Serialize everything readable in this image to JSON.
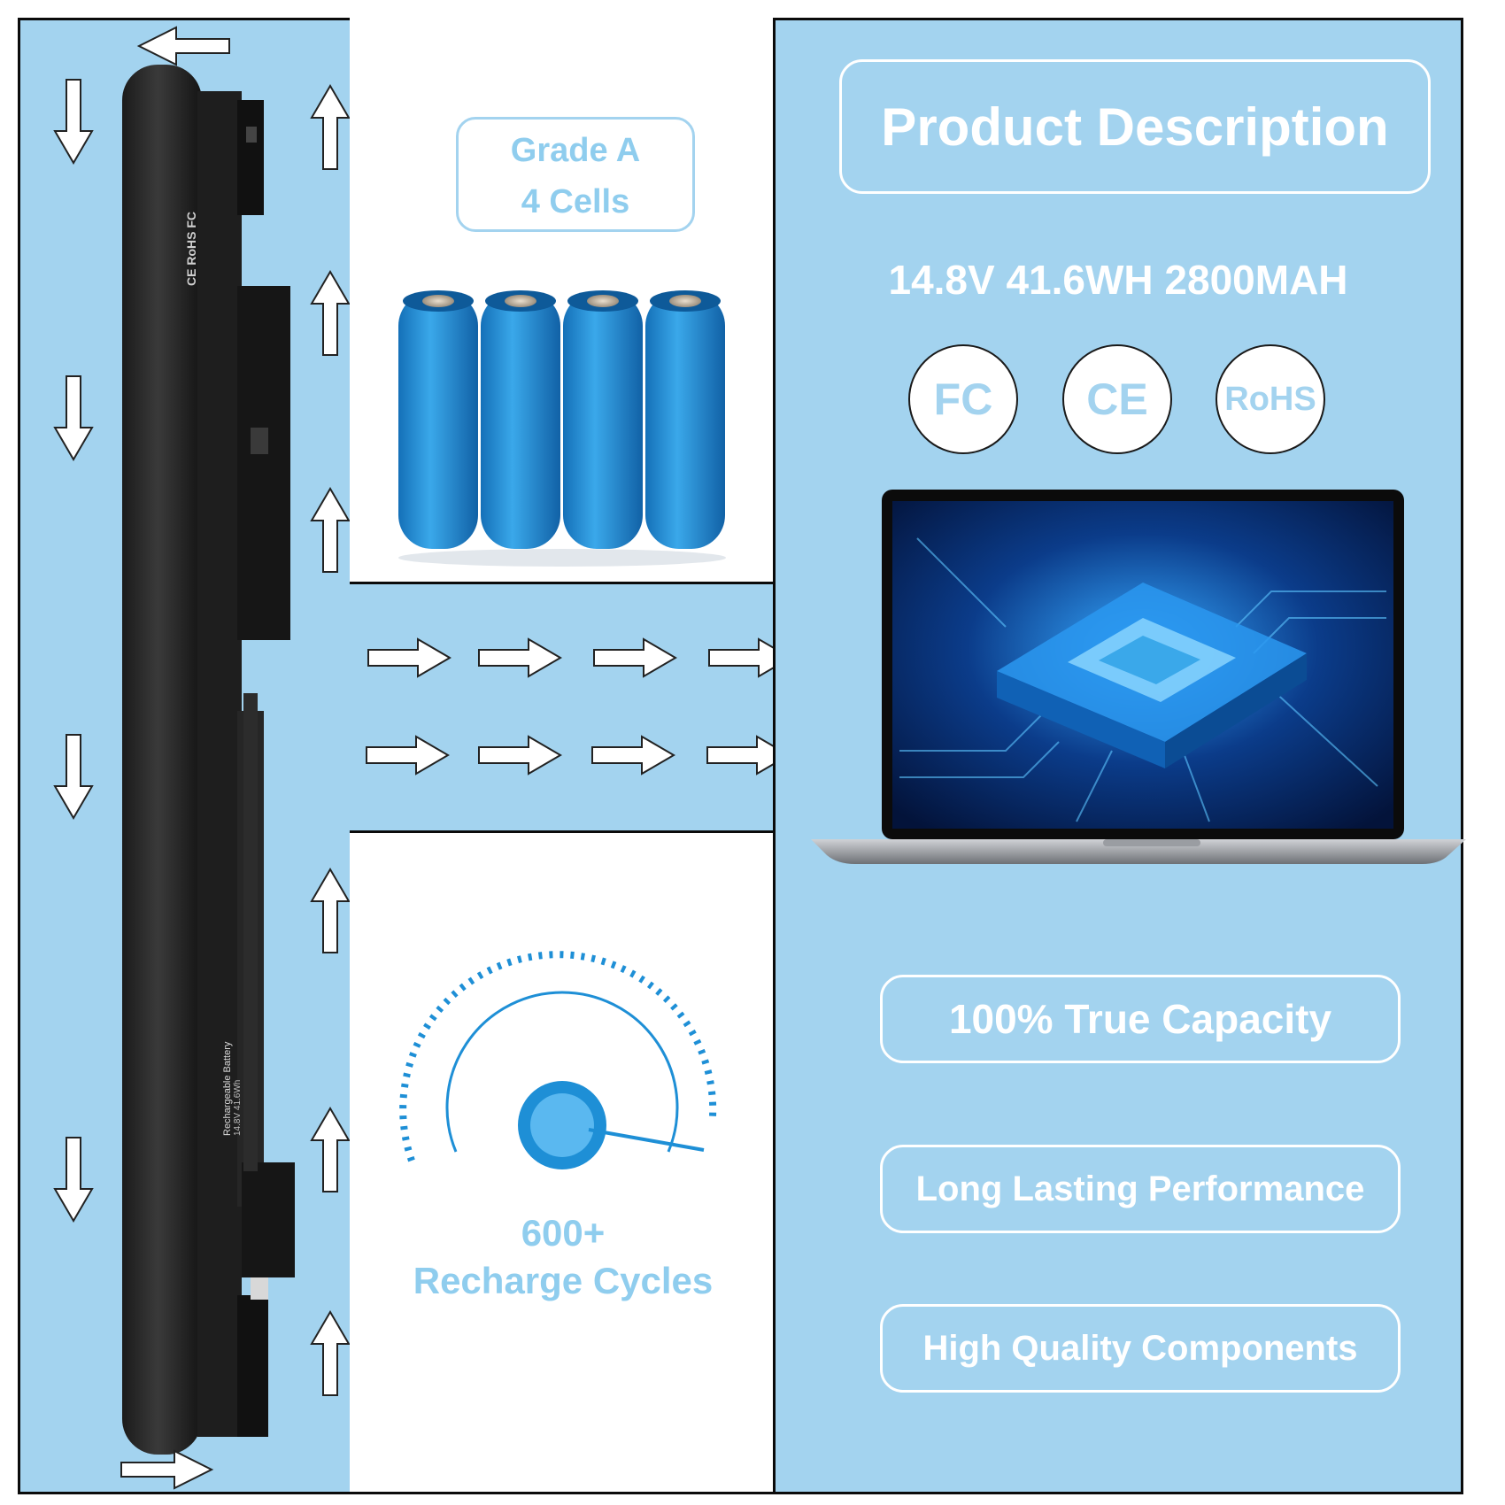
{
  "grade_badge": {
    "line1": "Grade A",
    "line2": "4 Cells"
  },
  "product_description": {
    "title": "Product Description",
    "specs": "14.8V 41.6WH 2800MAH",
    "certifications": [
      "FC",
      "CE",
      "RoHS"
    ]
  },
  "features": [
    "100% True Capacity",
    "Long Lasting Performance",
    "High Quality Components"
  ],
  "recharge": {
    "count": "600+",
    "label": "Recharge Cycles"
  },
  "battery_label": {
    "marks": "CE RoHS FC",
    "title": "Rechargeable Battery",
    "rating": "14.8V 41.6Wh"
  },
  "colors": {
    "panel_blue": "#a3d3ef",
    "text_light_blue": "#8fcdee",
    "cell_blue": "#1e8fd6",
    "dark": "#0b0b0b"
  }
}
